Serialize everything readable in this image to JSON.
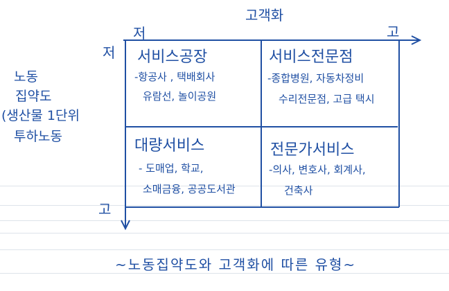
{
  "diagram": {
    "top_axis": {
      "label": "고객화",
      "low": "저",
      "high": "고"
    },
    "left_axis": {
      "label_lines": [
        "노동",
        "집약도",
        "(생산물 1단위",
        "투하노동"
      ],
      "low": "저",
      "high": "고"
    },
    "quadrants": [
      {
        "title": "서비스공장",
        "lines": [
          "-항공사 , 택배회사",
          "유람선, 놀이공원"
        ]
      },
      {
        "title": "서비스전문점",
        "lines": [
          "-종합병원, 자동차정비",
          "수리전문점, 고급 택시"
        ]
      },
      {
        "title": "대량서비스",
        "lines": [
          "- 도매업, 학교,",
          "소매금융, 공공도서관"
        ]
      },
      {
        "title": "전문가서비스",
        "lines": [
          "-의사, 변호사, 회계사,",
          "건축사"
        ]
      }
    ],
    "caption": "~노동집약도와 고객화에 따른 유형~",
    "ink_color": "#1f4fa3"
  }
}
